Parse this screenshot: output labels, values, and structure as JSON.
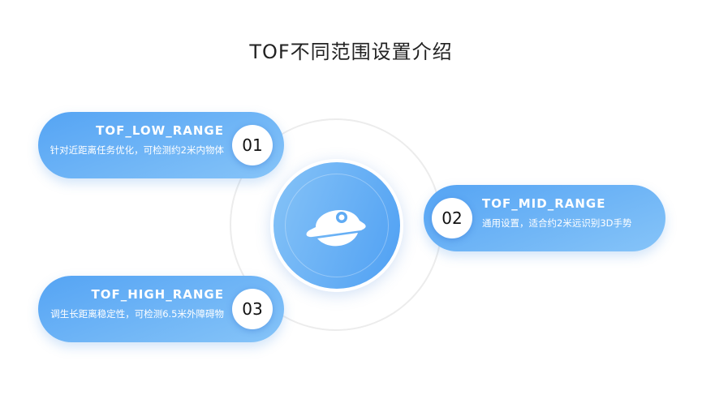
{
  "title": "TOF不同范围设置介绍",
  "items": [
    {
      "number": "01",
      "name": "TOF_LOW_RANGE",
      "desc": "针对近距离任务优化，可检测约2米内物体"
    },
    {
      "number": "02",
      "name": "TOF_MID_RANGE",
      "desc": "通用设置，适合约2米远识别3D手势"
    },
    {
      "number": "03",
      "name": "TOF_HIGH_RANGE",
      "desc": "调生长距离稳定性，可检测6.5米外障碍物"
    }
  ]
}
